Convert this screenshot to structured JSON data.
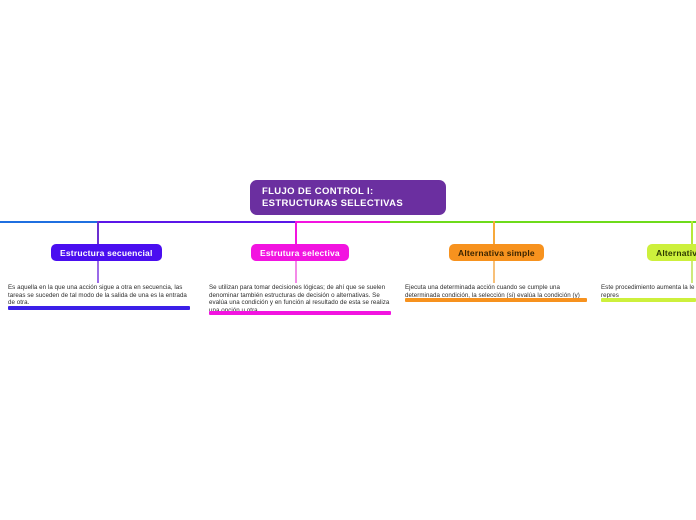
{
  "diagram": {
    "type": "mindmap",
    "root": {
      "title_line_1": "FLUJO DE CONTROL I:",
      "title_line_2": "ESTRUCTURAS SELECTIVAS",
      "color": "#6b2fa0"
    },
    "branches": [
      {
        "label": "Estructura secuencial",
        "color": "#4a0ef0",
        "description": "Es aquella en la que una acción sigue a otra en secuencia, las tareas se suceden de tal modo de la salida de una es la entrada de otra."
      },
      {
        "label": "Estrutura selectiva",
        "color": "#f214e0",
        "description": "Se utilizan para tomar decisiones lógicas; de ahí que se suelen denominar también estructuras de decisión o alternativas. Se evalúa una condición y en función al resultado de esta se realiza una opción u otra."
      },
      {
        "label": "Alternativa simple",
        "color": "#f7921e",
        "description": "Ejecuta una determinada acción cuando se cumple una determinada condición, la selección (si) evalúa la condición (y)"
      },
      {
        "label": "Alternativ",
        "color": "#cdf03c",
        "description": "Este procedimiento aumenta la le el medio mas idóneo para repres"
      }
    ]
  }
}
